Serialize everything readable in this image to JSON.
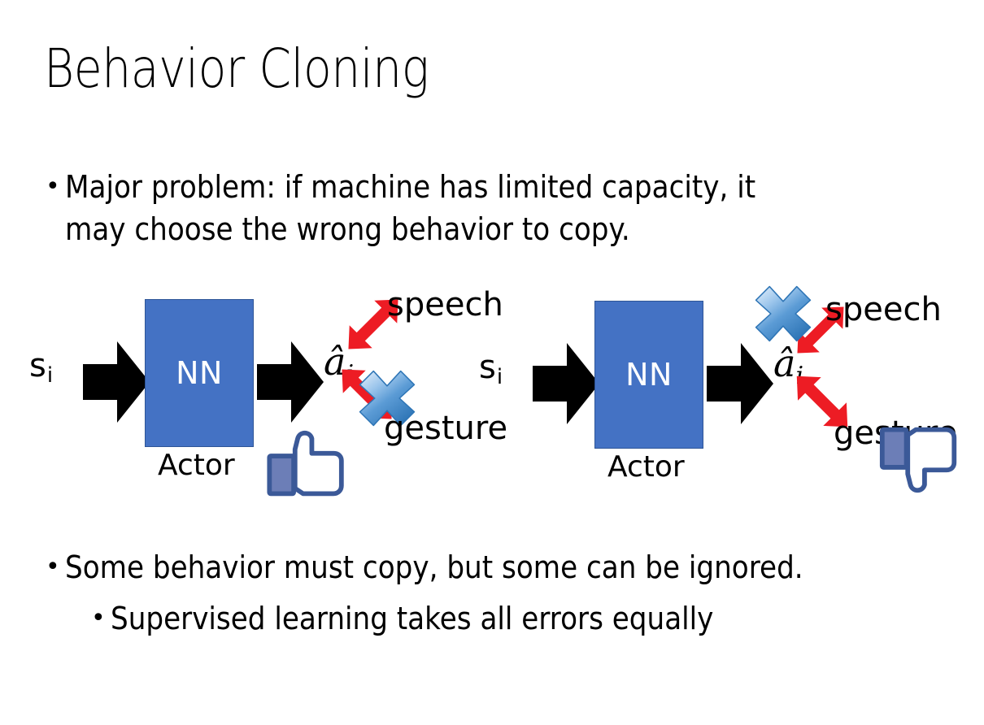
{
  "slide": {
    "title": "Behavior Cloning",
    "background_color": "#FFFFFF",
    "bullets": [
      {
        "level": 1,
        "marker": "•",
        "text": "Major problem: if machine has limited capacity, it\nmay choose the wrong behavior to copy."
      },
      {
        "level": 1,
        "marker": "•",
        "text": "Some behavior must copy, but some can be ignored."
      },
      {
        "level": 2,
        "marker": "•",
        "text": "Supervised learning takes all errors equally"
      }
    ]
  },
  "colors": {
    "nn_box_fill": "#4472C4",
    "nn_box_border": "#2E5597",
    "arrow_black": "#000000",
    "arrow_red": "#ED1C24",
    "cross_blue_light": "#CFE3F7",
    "cross_blue_mid": "#5B9BD5",
    "cross_blue_dark": "#2E75B6",
    "thumb_outline": "#3B5998",
    "thumb_sleeve": "#6C7EB7",
    "thumb_fill": "#FFFFFF",
    "thumb_shadow": "#E3E6EC"
  },
  "diagrams": [
    {
      "id": "left",
      "state_label": "s",
      "state_subscript": "i",
      "box_label": "NN",
      "box_caption": "Actor",
      "action_label": "â",
      "action_subscript": "i",
      "output_top": "speech",
      "output_bottom": "gesture",
      "crossed_output": "gesture",
      "feedback_icon": "thumbs-up-icon",
      "feedback_meaning": "like"
    },
    {
      "id": "right",
      "state_label": "s",
      "state_subscript": "i",
      "box_label": "NN",
      "box_caption": "Actor",
      "action_label": "â",
      "action_subscript": "i",
      "output_top": "speech",
      "output_bottom": "gesture",
      "crossed_output": "speech",
      "feedback_icon": "thumbs-down-icon",
      "feedback_meaning": "dislike"
    }
  ]
}
